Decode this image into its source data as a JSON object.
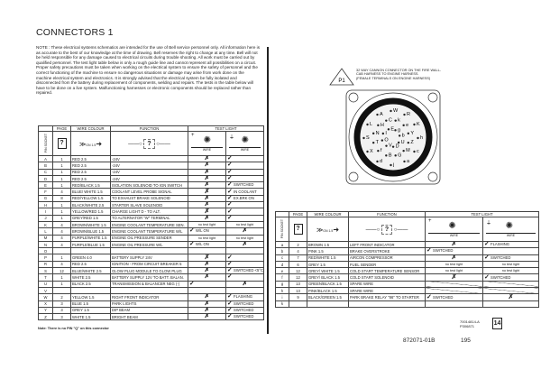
{
  "title": "CONNECTORS 1",
  "note": "NOTE : These electrical systems schematics are intended for the use of Bell service personnel only. All information here is as accurate to the best of our knowledge at the time of drawing. Bell reserves the right to change at any time. Bell will not be held responsible for any damage caused to electrical circuits during trouble shooting. All work must be carried out by qualified personnel. The test light table below is only a rough guide line and cannot represent all possibilities on a circuit. Proper safety precautions must be taken when working on the electrical system to ensure the safety of personnel and the correct functioning of the machine to ensure no dangerous situations or damage may arise from work done on the machine electrical system and electronics. It is strongly advised that the electrical system be fully isolated and disconnected from the battery during replacement of components, welding and repairs. The tests in the table below will have to be done on a live system. Malfunctioning harnesses or electronic components should be replaced rather than repaired.",
  "headers": {
    "page": "PAGE",
    "wire": "WIRE COLOUR",
    "function": "FUNCTION",
    "test": "TEST LIGHT",
    "pin_socket": "PIN SOCKET",
    "page_icon": "?",
    "wire_example": "GN 1.5",
    "function_icon": "?",
    "wire_label": "WIRE"
  },
  "marks": {
    "cross": "✗",
    "check": "✓"
  },
  "left_table": [
    {
      "pin": "A",
      "page": "1",
      "wire": "RED 2.5",
      "func": "-24V",
      "t1": {
        "mark": "cross"
      },
      "t2": {
        "mark": "check"
      }
    },
    {
      "pin": "B",
      "page": "1",
      "wire": "RED 2.5",
      "func": "-24V",
      "t1": {
        "mark": "cross"
      },
      "t2": {
        "mark": "check"
      }
    },
    {
      "pin": "C",
      "page": "1",
      "wire": "RED 2.5",
      "func": "-24V",
      "t1": {
        "mark": "cross"
      },
      "t2": {
        "mark": "check"
      }
    },
    {
      "pin": "D",
      "page": "1",
      "wire": "RED 2.5",
      "func": "-24V",
      "t1": {
        "mark": "cross"
      },
      "t2": {
        "mark": "check"
      }
    },
    {
      "pin": "E",
      "page": "1",
      "wire": "RED/BLACK 1.5",
      "func": "ISOLATION SOLENOID TO IGN SWITCH",
      "t1": {
        "mark": "cross"
      },
      "t2": {
        "mark": "check",
        "text": "SWITCHED"
      }
    },
    {
      "pin": "F",
      "page": "4",
      "wire": "BLUE/ WHITE 1.5",
      "func": "COOLANT LEVEL PROBE SIGNAL",
      "t1": {
        "mark": "cross"
      },
      "t2": {
        "mark": "check",
        "text": "IN COOLANT"
      }
    },
    {
      "pin": "G",
      "page": "8",
      "wire": "RED/YELLOW 1.5",
      "func": "TO EXHAUST BRAKE SOLENOID",
      "t1": {
        "mark": "cross"
      },
      "t2": {
        "mark": "check",
        "text": "EX.BRK ON"
      }
    },
    {
      "pin": "H",
      "page": "1",
      "wire": "BLACK/WHITE 2.5",
      "func": "STARTER SLAVE SOLENOID",
      "t1": {
        "mark": "cross"
      },
      "t2": {
        "mark": "check"
      }
    },
    {
      "pin": "I",
      "page": "1",
      "wire": "YELLOW/RED 1.5",
      "func": "CHARGE LIGHT D - TO ALT.",
      "t1": {
        "mark": "cross"
      },
      "t2": {
        "mark": "check"
      }
    },
    {
      "pin": "J",
      "page": "1",
      "wire": "GREY/RED 1.5",
      "func": "TO ALTERNATOR \"W\" TERMINAL",
      "t1": {
        "mark": "cross"
      },
      "t2": {
        "mark": "check"
      }
    },
    {
      "pin": "K",
      "page": "4",
      "wire": "BROWN/WHITE 1.5",
      "func": "ENGINE COOLANT TEMPERATURE SEN.",
      "t1": {
        "text": "no test light"
      },
      "t2": {
        "text": "no test light"
      }
    },
    {
      "pin": "L",
      "page": "4",
      "wire": "BROWN/BLUE 1.5",
      "func": "ENGINE COOLANT TEMPERATURE W/L",
      "t1": {
        "mark": "check",
        "text": "W/L ON"
      },
      "t2": {
        "mark": "cross"
      }
    },
    {
      "pin": "M",
      "page": "4",
      "wire": "PURPLE/WHITE 1.5",
      "func": "ENGINE OIL PRESSURE SENDER",
      "t1": {
        "text": "no test light"
      },
      "t2": {
        "text": "no test light"
      }
    },
    {
      "pin": "N",
      "page": "4",
      "wire": "PURPLE/BLUE 1.5",
      "func": "ENGINE OIL PRESSURE W/L",
      "t1": {
        "mark": "check",
        "text": "W/L ON"
      },
      "t2": {
        "mark": "cross"
      }
    },
    {
      "pin": "O",
      "page": "",
      "wire": "",
      "func": "",
      "t1": {},
      "t2": {}
    },
    {
      "pin": "P",
      "page": "1",
      "wire": "GREEN 4.0",
      "func": "BATTERY SUPPLY 24V",
      "t1": {
        "mark": "cross"
      },
      "t2": {
        "mark": "check"
      }
    },
    {
      "pin": "R",
      "page": "4",
      "wire": "RED 2.5",
      "func": "IGNITION - FROM CIRCUIT BREAKER 5",
      "t1": {
        "mark": "cross"
      },
      "t2": {
        "mark": "check"
      }
    },
    {
      "pin": "S",
      "page": "12",
      "wire": "BLUE/WHITE 2.5",
      "func": "GLOW PLUG MODULE TO GLOW PLUG",
      "t1": {
        "mark": "cross"
      },
      "t2": {
        "mark": "check",
        "text": "SWITCHED <5°C"
      }
    },
    {
      "pin": "T",
      "page": "1",
      "wire": "WHITE 2.5",
      "func": "BATTERY SUPPLY 12V TO BATT. BALAN.",
      "t1": {
        "mark": "cross"
      },
      "t2": {
        "mark": "check"
      }
    },
    {
      "pin": "U",
      "page": "1",
      "wire": "BLACK 2.5",
      "func": "TRANSMISSION & BALANCER NEG (-)",
      "t1": {
        "mark": "check"
      },
      "t2": {
        "mark": "cross"
      }
    },
    {
      "pin": "V",
      "page": "",
      "wire": "",
      "func": "",
      "t1": {},
      "t2": {}
    },
    {
      "pin": "W",
      "page": "2",
      "wire": "YELLOW 1.5",
      "func": "RIGHT FRONT INDICATOR",
      "t1": {
        "mark": "cross"
      },
      "t2": {
        "mark": "check",
        "text": "FLASHING"
      }
    },
    {
      "pin": "X",
      "page": "3",
      "wire": "BLUE 1.5",
      "func": "PARK LIGHTS",
      "t1": {
        "mark": "cross"
      },
      "t2": {
        "mark": "check",
        "text": "SWITCHED"
      }
    },
    {
      "pin": "Y",
      "page": "3",
      "wire": "GREY 1.5",
      "func": "DIP BEAM",
      "t1": {
        "mark": "cross"
      },
      "t2": {
        "mark": "check",
        "text": "SWITCHED"
      }
    },
    {
      "pin": "Z",
      "page": "3",
      "wire": "WHITE 1.5",
      "func": "BRIGHT BEAM",
      "t1": {
        "mark": "cross"
      },
      "t2": {
        "mark": "check",
        "text": "SWITCHED"
      }
    }
  ],
  "footnote": "Note: There is no PIN \"Q\" on this connector",
  "right_table": [
    {
      "pin": "a",
      "page": "2",
      "wire": "BROWN 1.5",
      "func": "LEFT FRONT INDICATOR",
      "t1": {
        "mark": "cross"
      },
      "t2": {
        "mark": "check",
        "text": "FLASHING"
      }
    },
    {
      "pin": "b",
      "page": "4",
      "wire": "PINK 1.5",
      "func": "BRAKE OVERSTROKE",
      "t1": {
        "mark": "check",
        "text": "SWITCHED"
      },
      "t2": {}
    },
    {
      "pin": "c",
      "page": "7",
      "wire": "RED/WHITE 1.5",
      "func": "AIRCON COMPRESSOR",
      "t1": {
        "mark": "cross"
      },
      "t2": {
        "mark": "check",
        "text": "SWITCHED"
      }
    },
    {
      "pin": "d",
      "page": "6",
      "wire": "GREY 1.5",
      "func": "FUEL SENDER",
      "t1": {
        "text": "no test light"
      },
      "t2": {
        "text": "no test light"
      }
    },
    {
      "pin": "e",
      "page": "12",
      "wire": "GREY/ WHITE 1.5",
      "func": "COLD START TEMPERATURE SENSOR",
      "t1": {
        "text": "no test light"
      },
      "t2": {
        "text": "no test light"
      }
    },
    {
      "pin": "f",
      "page": "12",
      "wire": "GREY/ BLACK 1.5",
      "func": "COLD START SOLENOID",
      "t1": {
        "mark": "cross"
      },
      "t2": {
        "mark": "check",
        "text": "SWITCHED"
      }
    },
    {
      "pin": "g",
      "page": "13",
      "wire": "GREEN/BLACK 1.5",
      "func": "SPARE WIRE",
      "t1": {
        "slash": true
      },
      "t2": {
        "slash": true
      }
    },
    {
      "pin": "h",
      "page": "13",
      "wire": "PINK/BLACK 1.5",
      "func": "SPARE WIRE",
      "t1": {
        "slash": true
      },
      "t2": {
        "slash": true
      }
    },
    {
      "pin": "i",
      "page": "9",
      "wire": "BLACK/GREEN 1.5",
      "func": "PARK BRAKE RELAY \"86\" TO STARTER",
      "t1": {
        "mark": "check",
        "text": "SWITCHED"
      },
      "t2": {
        "mark": "cross"
      }
    },
    {
      "pin": "k",
      "page": "",
      "wire": "",
      "func": "",
      "t1": {},
      "t2": {}
    }
  ],
  "connector": {
    "badge": "P1",
    "description": [
      "32 WAY CANNON CONNECTOR ON THE FIRE WALL-",
      "CAB HARNESS TO ENGINE HARNESS.",
      "(FEMALE TERMINALS ON ENGINE HARNESS)"
    ],
    "pins": [
      "W",
      "R",
      "K",
      "h",
      "c",
      "a",
      "j",
      "d",
      "X",
      "S",
      "L",
      "A",
      "k",
      "e",
      "Y",
      "Z",
      "M",
      "G",
      "B",
      "f",
      "T",
      "N",
      "H",
      "C",
      "g",
      "b",
      "U",
      "D",
      "V",
      "O",
      "I",
      "E"
    ]
  },
  "doc_ref": [
    "70014814-A",
    "P306871"
  ],
  "page_badge": "14",
  "doc_number": "872071-01B",
  "page_number": "195"
}
